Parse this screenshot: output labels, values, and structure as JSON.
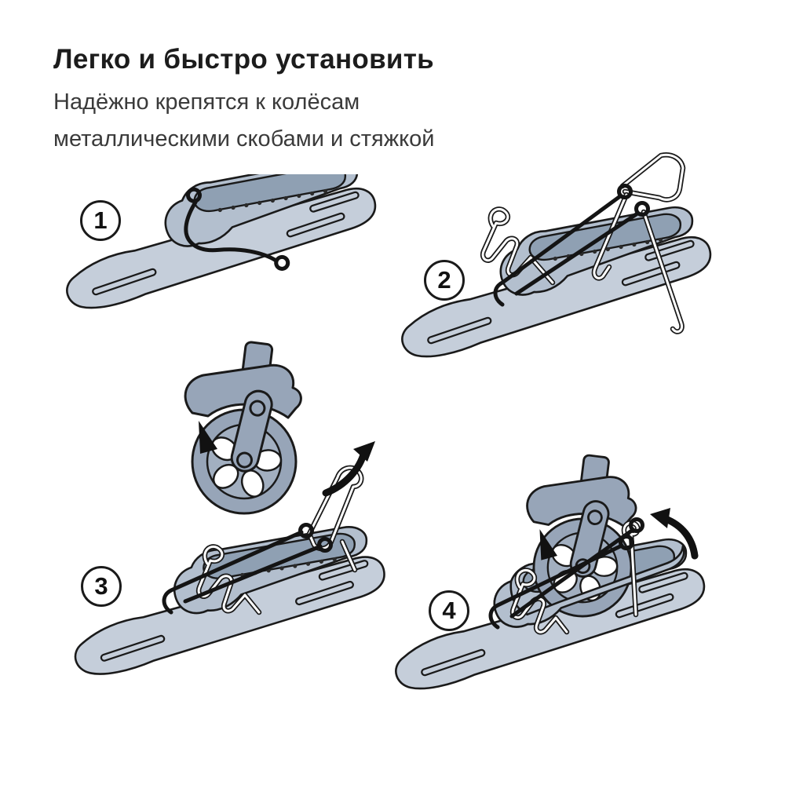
{
  "header": {
    "title": "Легко и быстро установить",
    "subtitle_line1": "Надёжно крепятся к колёсам",
    "subtitle_line2": "металлическими скобами и стяжкой"
  },
  "steps": [
    {
      "number": "1"
    },
    {
      "number": "2"
    },
    {
      "number": "3"
    },
    {
      "number": "4"
    }
  ],
  "colors": {
    "background": "#ffffff",
    "outline": "#1a1a1a",
    "ski_body": "#c5ceda",
    "binding_light": "#b3bfce",
    "binding_deck": "#8fa0b3",
    "wheel": "#97a5b8",
    "wheel_rim": "#a2afc0",
    "strap": "#141414",
    "title_text": "#1c1c1c",
    "subtitle_text": "#3a3a3a"
  }
}
